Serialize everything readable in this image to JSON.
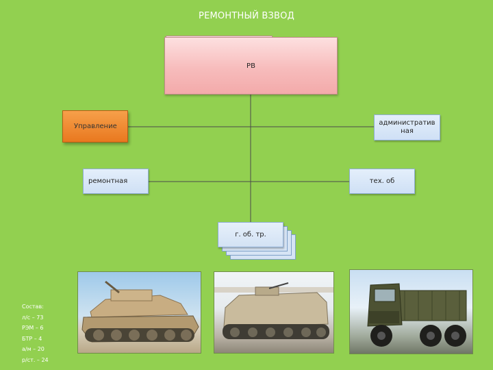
{
  "title": "РЕМОНТНЫЙ ВЗВОД",
  "nodes": {
    "rv": "РВ",
    "upravlenie": "Управление",
    "administrativnaya": "административ ная",
    "remontnaya": "ремонтная",
    "teh_ob": "тех. об",
    "g_ob_tr": "г. об. тр."
  },
  "colors": {
    "background": "#92d050",
    "rv_box": "#f7bcbc",
    "upravlenie_box": "#e9781f",
    "unit_box": "#cfe0f5"
  },
  "sostav": {
    "heading": "Состав:",
    "items": [
      "л/с – 73",
      "РЭМ – 6",
      "БТР – 4",
      "а/м – 20",
      "р/ст. – 24"
    ]
  },
  "photos": [
    "armored-recovery-vehicle",
    "armored-personnel-carrier",
    "military-truck"
  ]
}
